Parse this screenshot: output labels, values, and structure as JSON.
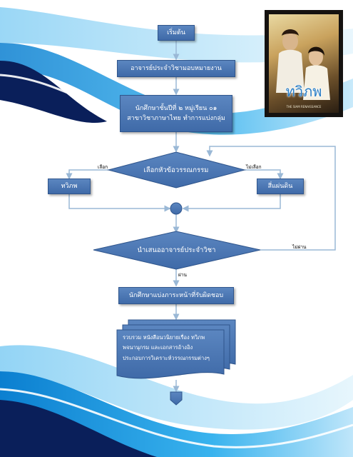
{
  "flow": {
    "start": "เริ่มต้น",
    "step1": "อาจารย์ประจำวิชามอบหมายงาน",
    "step2_line1": "นักศึกษาชั้นปีที่ ๒ หมู่เรียน ๐๑",
    "step2_line2": "สาขาวิชาภาษาไทย  ทำการแบ่งกลุ่ม",
    "decision1": "เลือกหัวข้อวรรณกรรม",
    "yes_label": "เลือก",
    "no_label": "ไม่เลือก",
    "option_left": "ทวิภพ",
    "option_right": "สี่แผ่นดิน",
    "decision2": "นำเสนออาจารย์ประจำวิชา",
    "pass_label": "ผ่าน",
    "fail_label": "ไม่ผ่าน",
    "step3": "นักศึกษาแบ่งภาระหน้าที่รับผิดชอบ",
    "doc_line1": "รวบรวม หนังสือนวนิยายเรื่อง ทวิภพ",
    "doc_line2": "พจนานุกรม และเอกสารอ้างอิง",
    "doc_line3": "ประกอบการวิเคราะห์วรรณกรรมต่างๆ"
  },
  "poster": {
    "title": "ทวิภพ",
    "subtitle": "THE SIAM RENAISSANCE"
  },
  "colors": {
    "shape_fill": "#4a76b3",
    "shape_border": "#2f558c",
    "connector": "#9ab8d6",
    "wave_dark": "#0a1f5a",
    "wave_blue": "#2a8fd6",
    "wave_light": "#9fd4f2"
  }
}
